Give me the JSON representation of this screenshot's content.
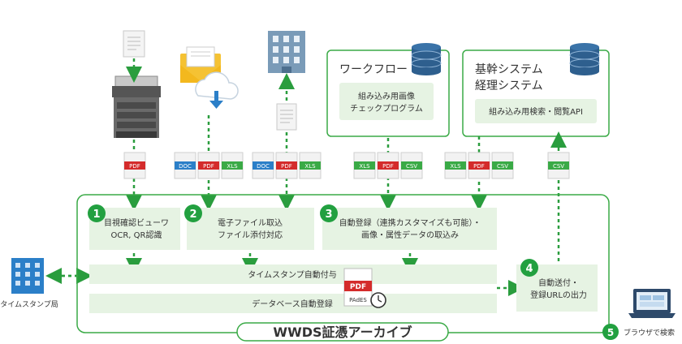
{
  "workflow_box": {
    "title": "ワークフロー",
    "inner_line1": "組み込み用画像",
    "inner_line2": "チェックプログラム"
  },
  "erp_box": {
    "title_line1": "基幹システム",
    "title_line2": "経理システム",
    "inner": "組み込み用検索・閲覧API"
  },
  "steps": [
    {
      "num": "1",
      "line1": "目視確認ビューワ",
      "line2": "OCR, QR認識"
    },
    {
      "num": "2",
      "line1": "電子ファイル取込",
      "line2": "ファイル添付対応"
    },
    {
      "num": "3",
      "line1": "自動登録（連携カスタマイズも可能）・",
      "line2": "画像・属性データの取込み"
    },
    {
      "num": "4",
      "line1": "自動送付・",
      "line2": "登録URLの出力"
    },
    {
      "num": "5",
      "line1": "ブラウザで検索"
    }
  ],
  "timestamp_bar": "タイムスタンプ自動付与",
  "database_bar": "データベース自動登録",
  "archive_title": "WWDS証憑アーカイブ",
  "timestamp_authority": "タイムスタンプ局",
  "pdf_badge": {
    "top": "PDF",
    "bottom": "PAdES"
  },
  "file_tags": {
    "pdf": "PDF",
    "doc": "DOC",
    "xls": "XLS",
    "csv": "CSV"
  },
  "colors": {
    "green": "#3aaa46",
    "dark_green": "#22a040",
    "blue": "#2b7fc8",
    "red": "#d42b2b",
    "light_green_fill": "#e6f3e3",
    "navy": "#2e4a6b"
  }
}
